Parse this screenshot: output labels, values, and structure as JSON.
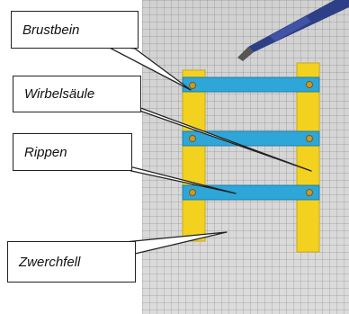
{
  "labels": {
    "sternum": "Brustbein",
    "spine": "Wirbelsäule",
    "ribs": "Rippen",
    "diaphragm": "Zwerchfell"
  },
  "colors": {
    "yellow_strip": "#f2d21f",
    "blue_strip": "#2ea6d8",
    "brass_fastener": "#c89a2a",
    "grid_paper": "#dcdcdc",
    "pen_body": "#2d3f86"
  }
}
